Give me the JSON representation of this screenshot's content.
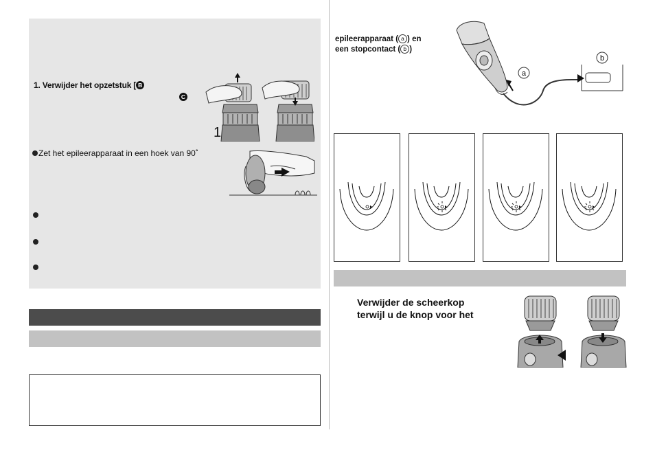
{
  "left": {
    "step1_prefix": "1. Verwijder het opzetstuk [",
    "badge_b": "B",
    "badge_c": "C",
    "figure_number": "1",
    "bullet_angle": "Zet het epileerapparaat in een hoek van 90˚"
  },
  "right": {
    "charge_line1": "epileerapparaat (",
    "charge_mark_a": "a",
    "charge_mid": ") en",
    "charge_line2": "een stopcontact (",
    "charge_mark_b": "b",
    "charge_end": ")",
    "label_a": "a",
    "label_b": "b",
    "shaver_line1": "Verwijder de scheerkop",
    "shaver_line2": "terwijl u de knop voor het"
  },
  "colors": {
    "grey_panel": "#e6e6e6",
    "dark_bar": "#4c4c4c",
    "light_bar": "#c2c2c2"
  }
}
